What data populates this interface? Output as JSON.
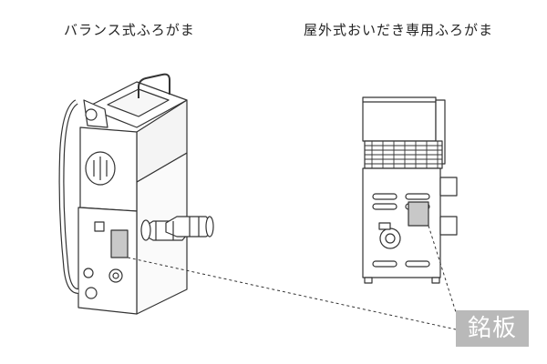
{
  "titles": {
    "left": "バランス式ふろがま",
    "right": "屋外式おいだき専用ふろがま"
  },
  "nameplate_label": "銘板",
  "colors": {
    "line": "#333333",
    "nameplate_fill": "#c8c8c8",
    "badge_fill": "#b9b9b9",
    "badge_text": "#ffffff"
  }
}
